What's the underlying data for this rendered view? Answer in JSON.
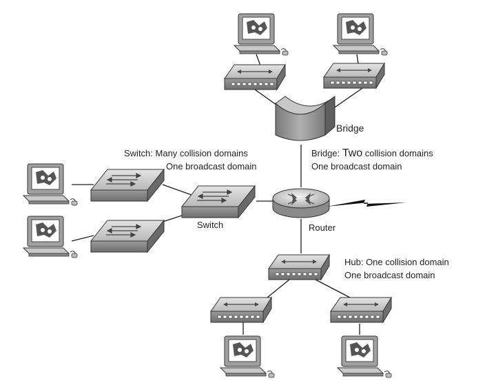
{
  "labels": {
    "bridge": "Bridge",
    "switch": "Switch",
    "router": "Router"
  },
  "annotations": {
    "switch_line1": "Switch: Many collision domains",
    "switch_line2": "One broadcast domain",
    "bridge_prefix": "Bridge: ",
    "bridge_two": "Two",
    "bridge_suffix": " collision domains",
    "bridge_line2": "One broadcast domain",
    "hub_line1": "Hub: One collision domain",
    "hub_line2": "One broadcast domain"
  },
  "colors": {
    "device_gray": "#8c8c8c",
    "device_light": "#d6d6d6",
    "device_dark": "#555555",
    "line": "#1a1a1a"
  }
}
